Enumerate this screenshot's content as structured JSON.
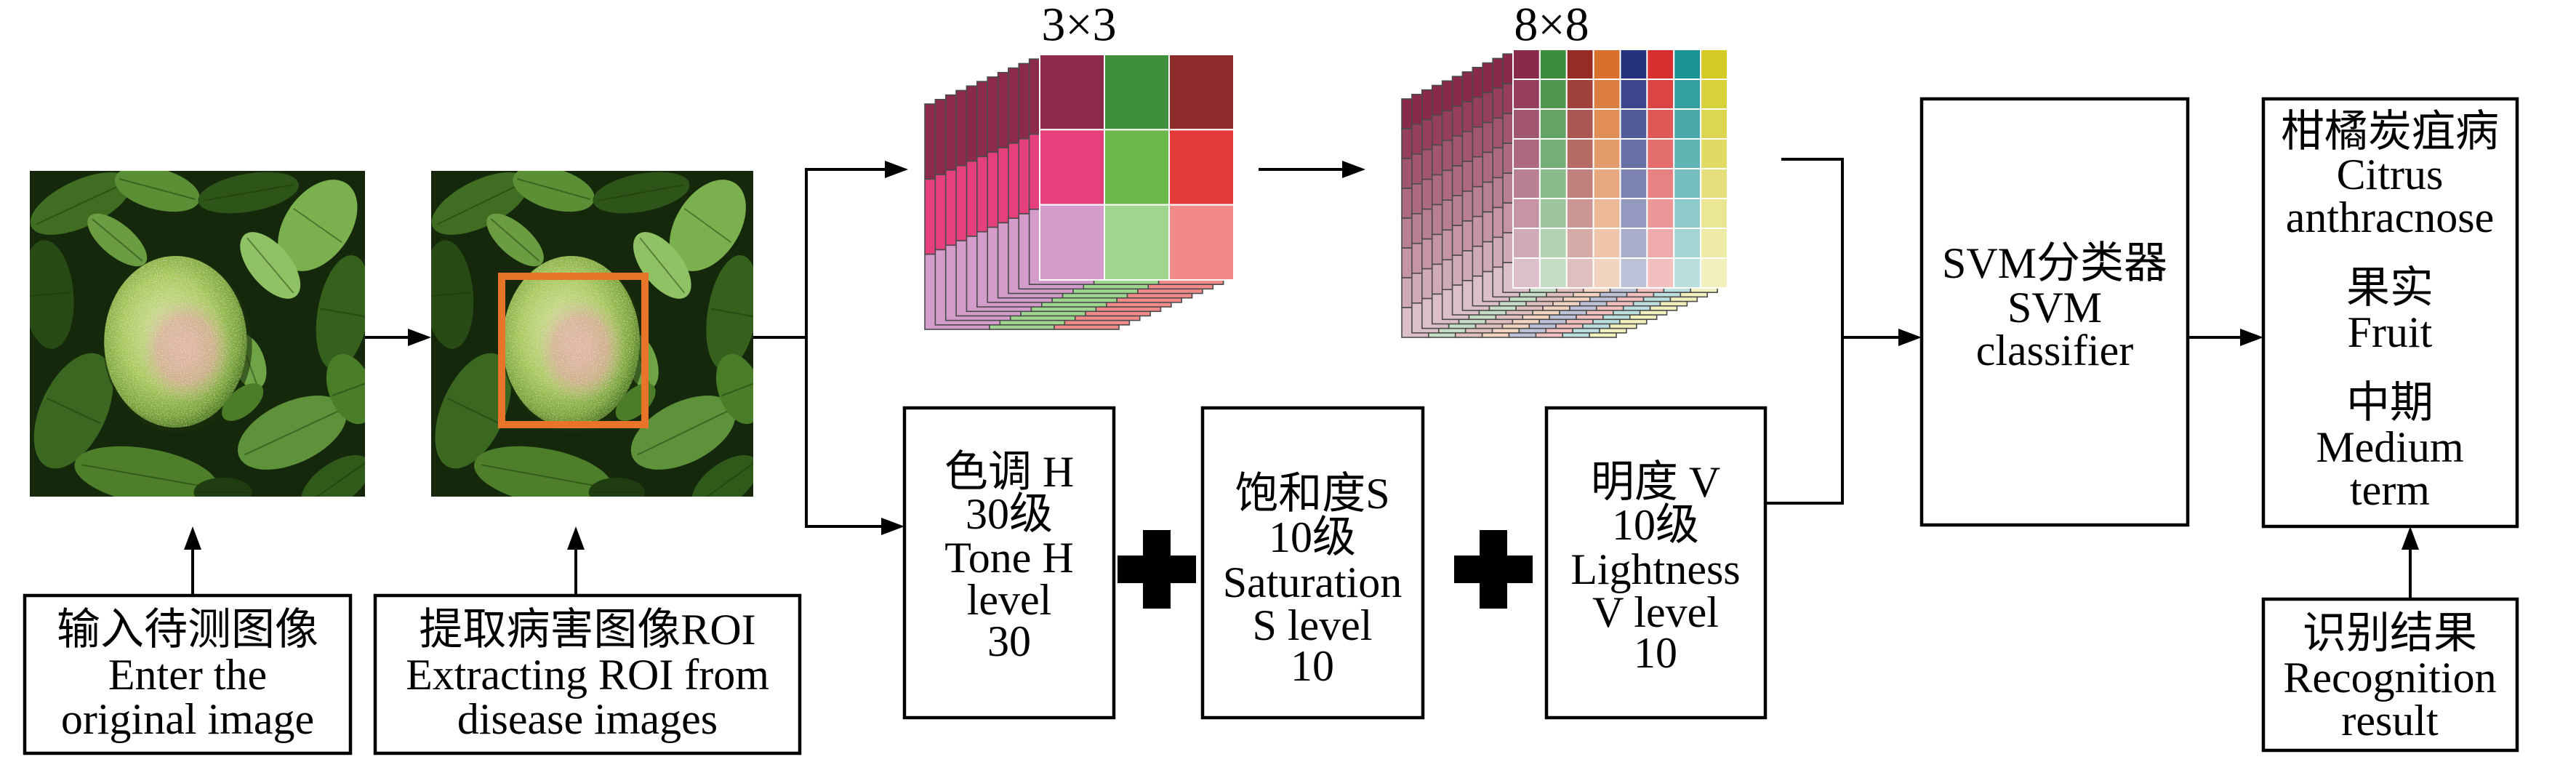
{
  "input_box": {
    "lines": [
      "输入待测图像",
      "Enter the",
      "original image"
    ]
  },
  "roi_box": {
    "lines": [
      "提取病害图像ROI",
      "Extracting ROI from",
      "disease images"
    ]
  },
  "cube_small": {
    "label": "3×3",
    "face_colors": [
      [
        "#8c2a4c",
        "#3f8f3c",
        "#8e2b2b"
      ],
      [
        "#e6407c",
        "#6cb84c",
        "#e43a3a"
      ],
      [
        "#d49ccb",
        "#9fd68e",
        "#f28a8a"
      ]
    ]
  },
  "cube_large": {
    "label": "8×8",
    "column_colors": [
      "#8a2a4a",
      "#3c8c3c",
      "#962c26",
      "#d8702c",
      "#26327e",
      "#d82e2e",
      "#1c9494",
      "#d4cc24"
    ]
  },
  "hue_box": {
    "lines": [
      "色调 H",
      "30级",
      "Tone H",
      "level",
      "30"
    ]
  },
  "saturation_box": {
    "lines": [
      "饱和度S",
      "10级",
      "Saturation",
      "S level",
      "10"
    ]
  },
  "lightness_box": {
    "lines": [
      "明度 V",
      "10级",
      "Lightness",
      "V level",
      "10"
    ]
  },
  "svm_box": {
    "lines": [
      "SVM分类器",
      "SVM",
      "classifier"
    ]
  },
  "result_box": {
    "lines": [
      "柑橘炭疽病",
      "Citrus",
      "anthracnose",
      "果实",
      "Fruit",
      "中期",
      "Medium",
      "term"
    ]
  },
  "recognition_box": {
    "lines": [
      "识别结果",
      "Recognition",
      "result"
    ]
  },
  "photos": {
    "roi_highlight_color": "#e8742a"
  }
}
